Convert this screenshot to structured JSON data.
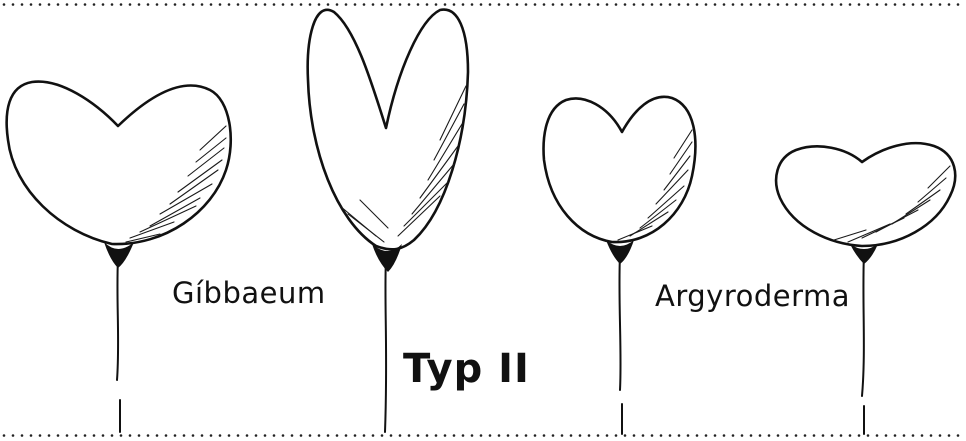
{
  "figure": {
    "plant_labels": {
      "left": "Gíbbaeum",
      "right": "Argyroderma"
    },
    "type_label": "Typ II"
  },
  "colors": {
    "ink": "#111111",
    "paper": "#ffffff"
  }
}
